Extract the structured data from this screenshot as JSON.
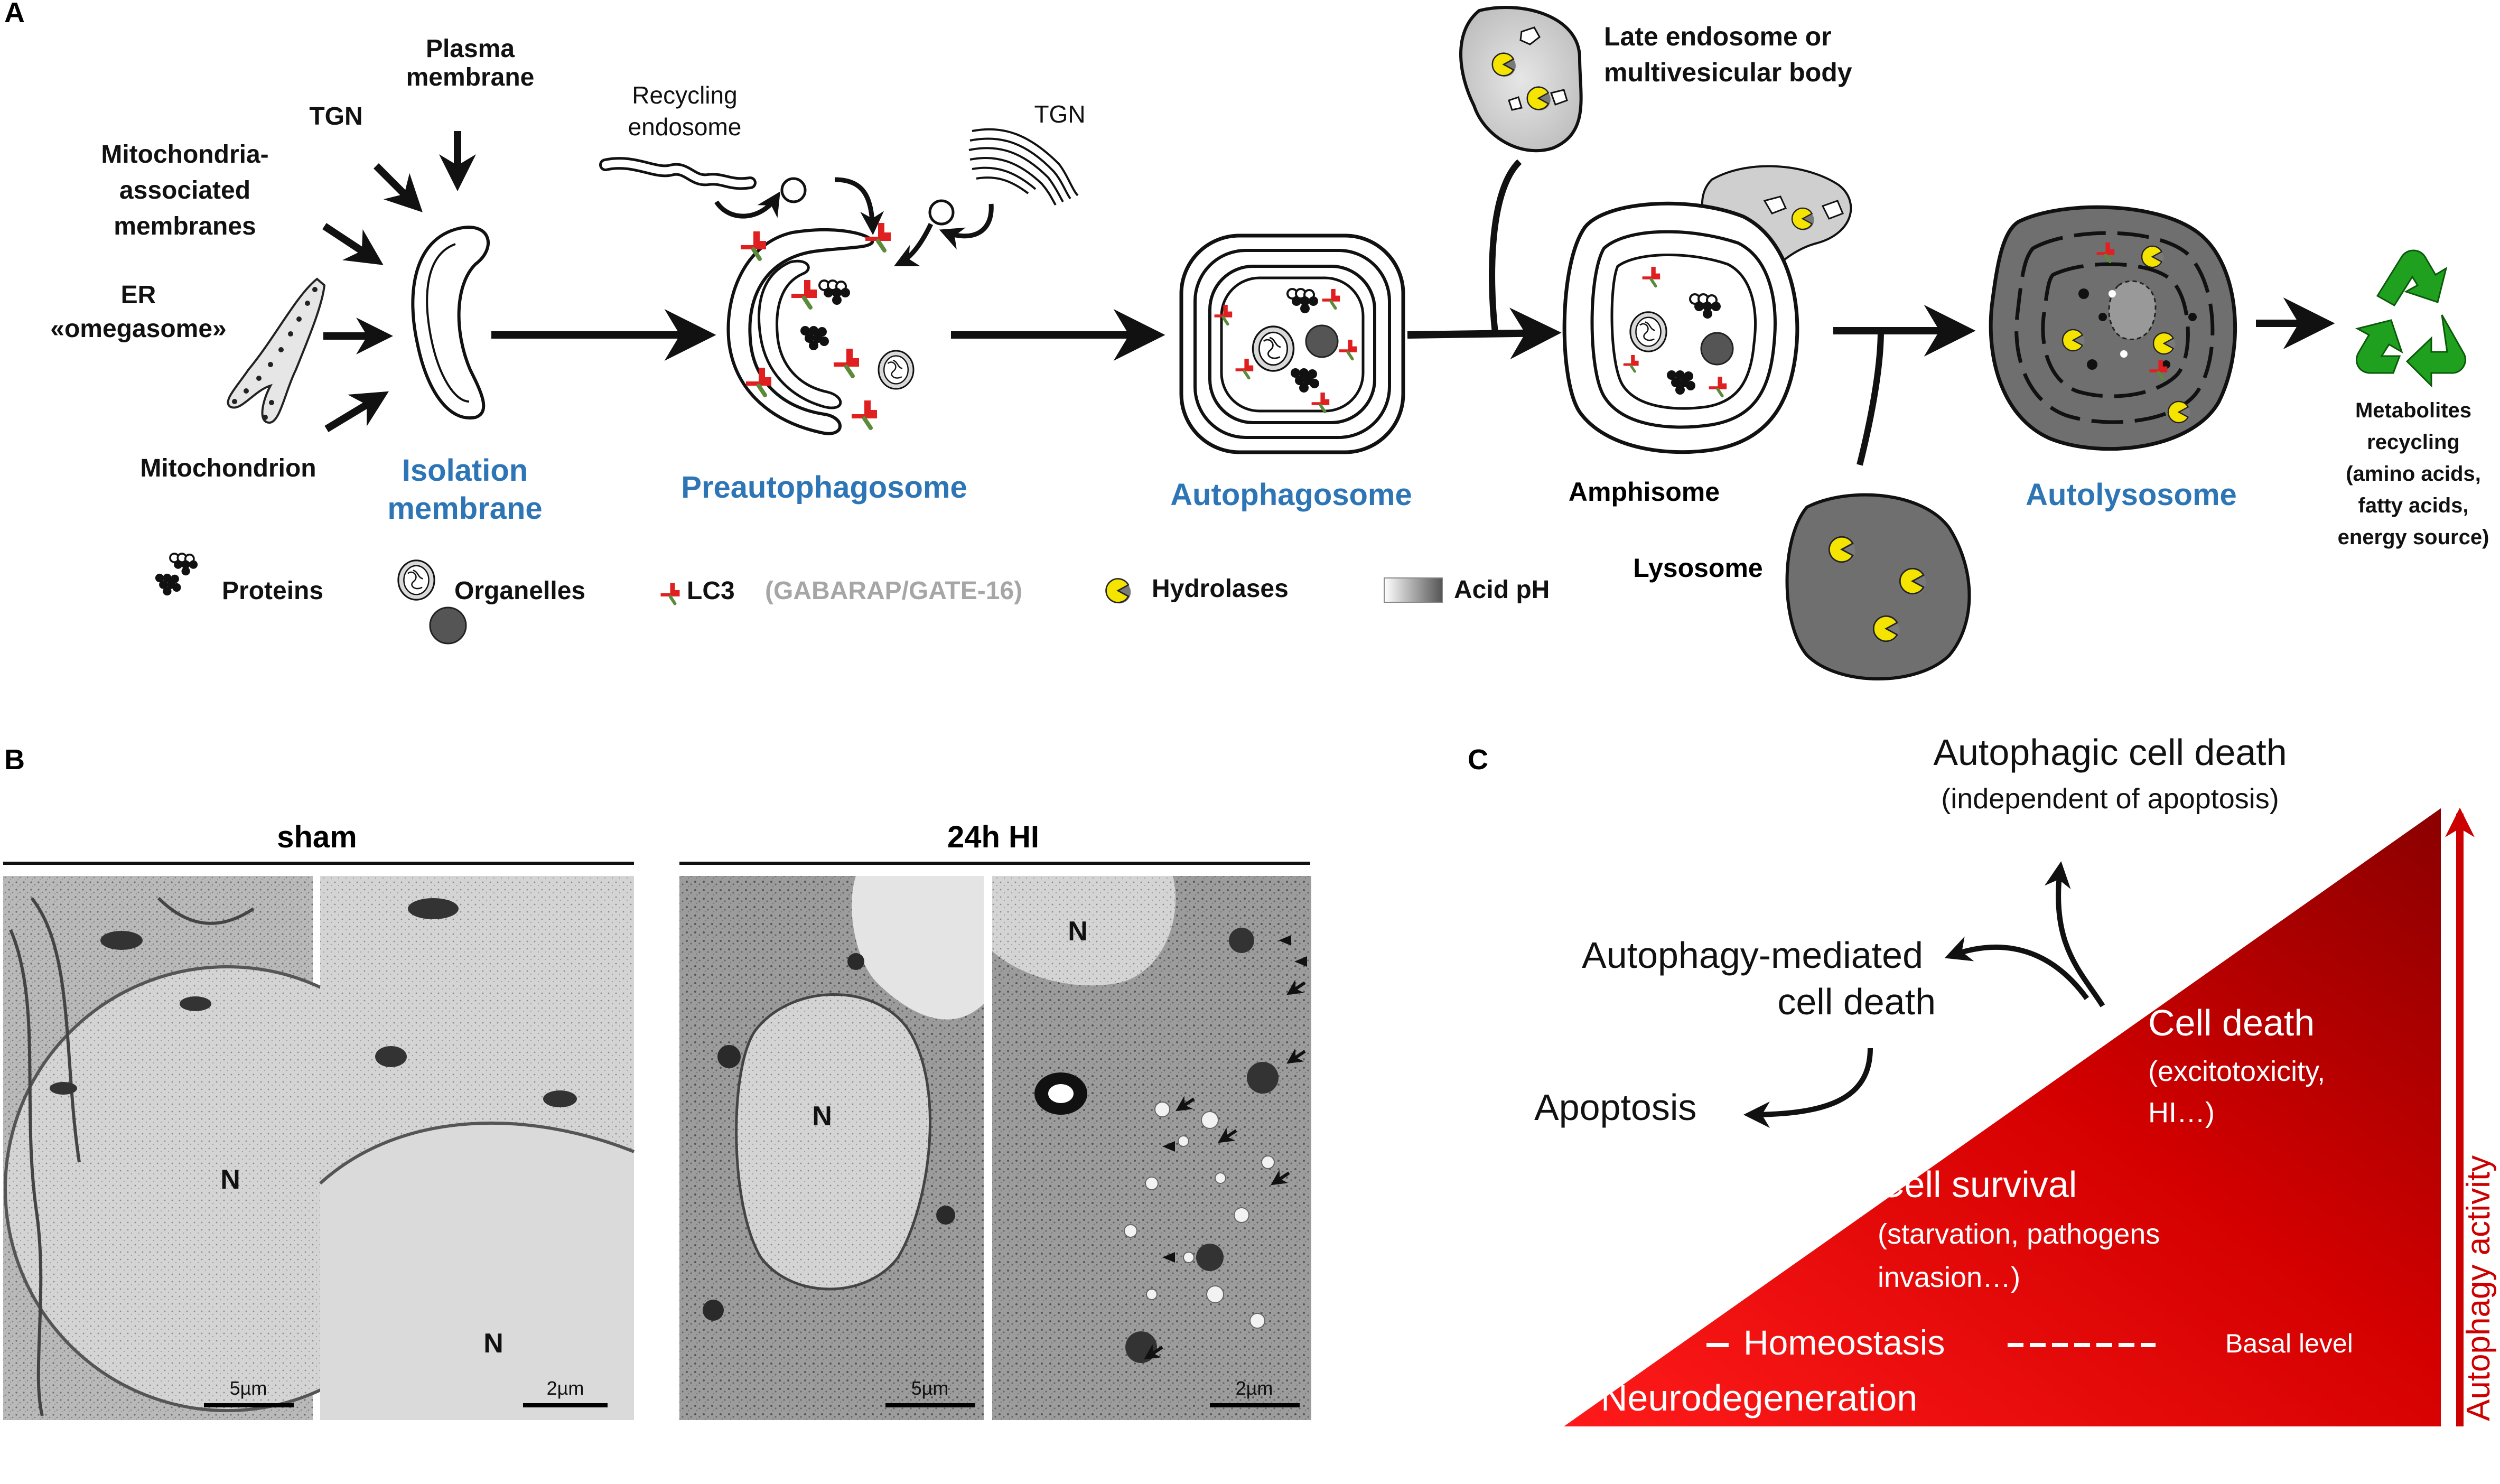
{
  "panels": {
    "a": {
      "label": "A"
    },
    "b": {
      "label": "B"
    },
    "c": {
      "label": "C"
    }
  },
  "colors": {
    "stage_blue": "#2e75b6",
    "lc3_red": "#e02020",
    "lc3_green": "#5a8a3a",
    "hydrolase_yellow": "#f5e400",
    "lysosome_gray": "#6f6f6f",
    "late_endosome_gray": "#cfcfcf",
    "triangle_dark": "#8b0000",
    "triangle_light": "#ff1a1a",
    "recycle_green": "#1fa01f"
  },
  "panel_a": {
    "sources": {
      "plasma_membrane": [
        "Plasma",
        "membrane"
      ],
      "tgn_left": "TGN",
      "mam": [
        "Mitochondria-",
        "associated",
        "membranes"
      ],
      "er": [
        "ER",
        "«omegasome»"
      ],
      "mitochondrion": "Mitochondrion",
      "recycling_endosome": [
        "Recycling",
        "endosome"
      ],
      "tgn_right": "TGN",
      "late_endosome": [
        "Late endosome or",
        "multivesicular body"
      ]
    },
    "stages": {
      "isolation_membrane": [
        "Isolation",
        "membrane"
      ],
      "preautophagosome": "Preautophagosome",
      "autophagosome": "Autophagosome",
      "amphisome": "Amphisome",
      "lysosome": "Lysosome",
      "autolysosome": "Autolysosome"
    },
    "output": [
      "Metabolites",
      "recycling",
      "(amino acids,",
      "fatty acids,",
      "energy source)"
    ],
    "legend": {
      "proteins": "Proteins",
      "organelles": "Organelles",
      "lc3": "LC3",
      "lc3_aliases": "(GABARAP/GATE-16)",
      "hydrolases": "Hydrolases",
      "acid_ph": "Acid pH"
    }
  },
  "panel_b": {
    "groups": [
      "sham",
      "24h HI"
    ],
    "nucleus_label": "N",
    "scale_bars": [
      "5µm",
      "2µm",
      "5µm",
      "2µm"
    ]
  },
  "panel_c": {
    "autophagic_cell_death": "Autophagic cell death",
    "autophagic_cell_death_note": "(independent of apoptosis)",
    "autophagy_mediated": [
      "Autophagy-mediated",
      "cell death"
    ],
    "apoptosis": "Apoptosis",
    "cell_death": "Cell death",
    "cell_death_note": [
      "(excitotoxicity,",
      "HI…)"
    ],
    "cell_survival": "Cell survival",
    "cell_survival_note": [
      "(starvation, pathogens",
      "invasion…)"
    ],
    "homeostasis": "Homeostasis",
    "basal_level": "Basal level",
    "neurodegeneration": "Neurodegeneration",
    "axis_label": "Autophagy activity"
  }
}
